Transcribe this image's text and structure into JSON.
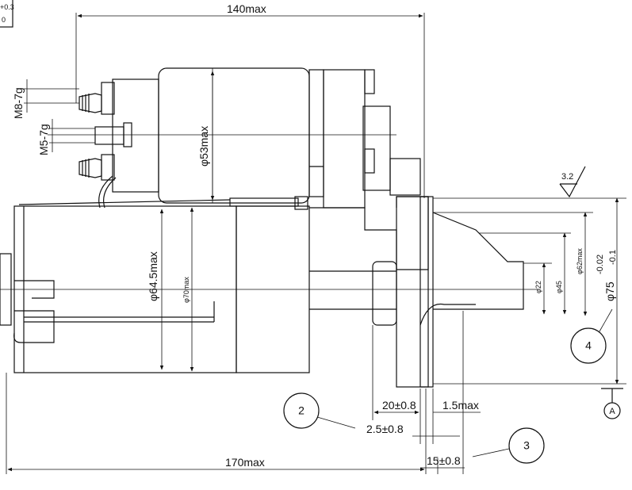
{
  "drawing": {
    "corner_tol_top": "+0.3",
    "corner_tol_bottom": "0",
    "dims": {
      "len_140": "140max",
      "len_170": "170max",
      "thread_m8": "M8-7g",
      "thread_m5": "M5-7g",
      "dia_53": "φ53max",
      "dia_645": "φ64.5max",
      "dia_70": "φ70max",
      "dia_22": "φ22",
      "dia_45": "φ45",
      "dia_62": "φ62max",
      "dia_75": "φ75",
      "tol_75_upper": "-0.02",
      "tol_75_lower": "-0.1",
      "dim_20": "20±0.8",
      "dim_15max": "1.5max",
      "dim_25": "2.5±0.8",
      "dim_15": "15±0.8",
      "surface_finish": "3.2",
      "datum": "A"
    },
    "balloons": [
      "2",
      "3",
      "4"
    ]
  }
}
